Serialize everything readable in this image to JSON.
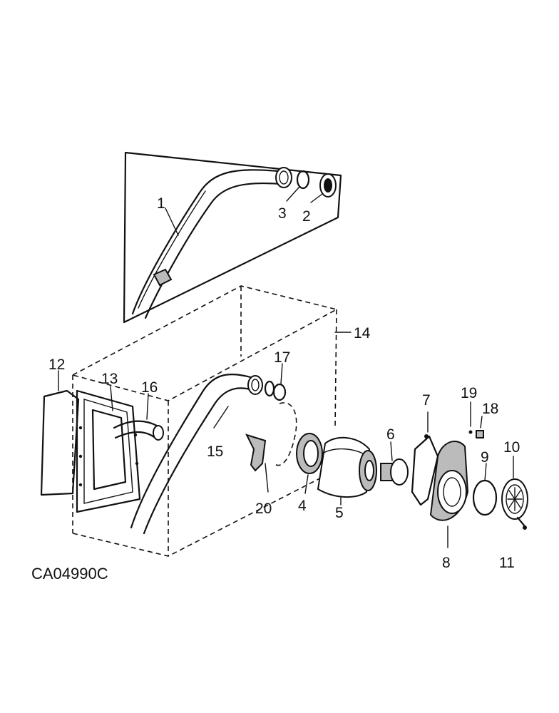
{
  "diagram": {
    "drawing_code": "CA04990C",
    "callouts": [
      "1",
      "2",
      "3",
      "4",
      "5",
      "6",
      "7",
      "8",
      "9",
      "10",
      "11",
      "12",
      "13",
      "14",
      "15",
      "16",
      "17",
      "18",
      "19",
      "20"
    ]
  }
}
